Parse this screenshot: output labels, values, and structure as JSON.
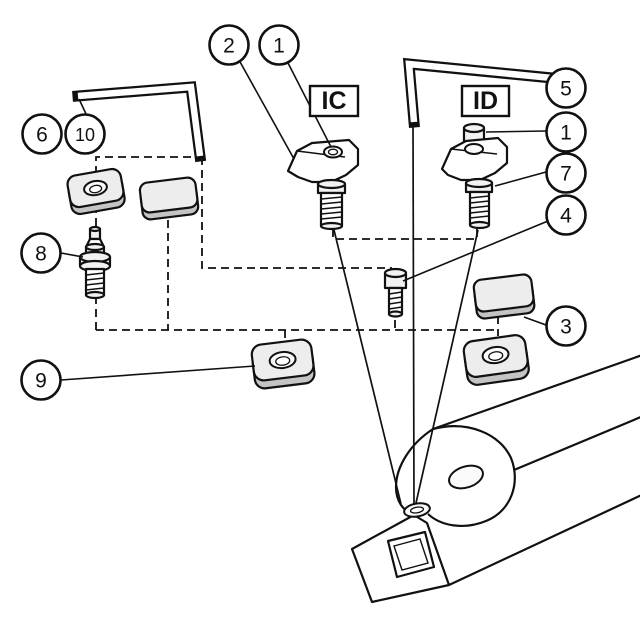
{
  "labels": {
    "ic": "IC",
    "id": "ID"
  },
  "callouts": {
    "c1_ic": "1",
    "c2": "2",
    "c3": "3",
    "c4": "4",
    "c5": "5",
    "c6": "6",
    "c7": "7",
    "c1_id": "1",
    "c8": "8",
    "c9": "9",
    "c10": "10"
  },
  "colors": {
    "line": "#111111",
    "insert_gray": "#d9d9d9",
    "insert_gray_side": "#b9b9b9",
    "background": "#ffffff"
  }
}
